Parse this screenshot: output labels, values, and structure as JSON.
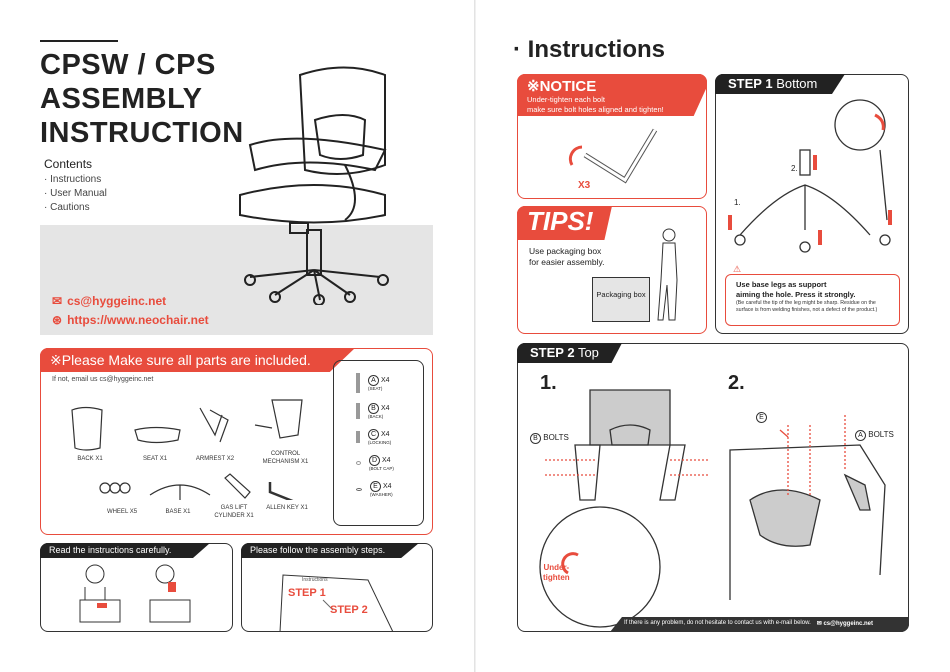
{
  "left": {
    "title": [
      "CPSW / CPS",
      "ASSEMBLY",
      "INSTRUCTION"
    ],
    "contents_heading": "Contents",
    "contents": [
      "Instructions",
      "User Manual",
      "Cautions"
    ],
    "email": "cs@hyggeinc.net",
    "website": "https://www.neochair.net",
    "parts": {
      "heading": "※Please Make sure all parts are included.",
      "subtext": "If not, email us cs@hyggeinc.net",
      "items": [
        "BACK  X1",
        "SEAT  X1",
        "ARMREST  X2",
        "CONTROL MECHANISM  X1",
        "WHEEL  X5",
        "BASE  X1",
        "GAS LIFT CYLINDER  X1",
        "ALLEN KEY  X1"
      ],
      "bolts": [
        {
          "letter": "A",
          "qty": "X4",
          "desc": "(SEAT)"
        },
        {
          "letter": "B",
          "qty": "X4",
          "desc": "(BACK)"
        },
        {
          "letter": "C",
          "qty": "X4",
          "desc": "(LOCKING)"
        },
        {
          "letter": "D",
          "qty": "X4",
          "desc": "(BOLT CAP)"
        },
        {
          "letter": "E",
          "qty": "X4",
          "desc": "(WASHER)"
        }
      ]
    },
    "read_panel": "Read the instructions carefully.",
    "follow_panel": {
      "heading": "Please follow the assembly steps.",
      "sheet_title": "Instructions",
      "step1": "STEP 1",
      "step2": "STEP 2"
    }
  },
  "right": {
    "heading": "Instructions",
    "notice": {
      "title": "※NOTICE",
      "line1": "Under-tighten each bolt",
      "line2": "make sure bolt holes aligned and tighten!",
      "count": "X3"
    },
    "tips": {
      "title": "TIPS!",
      "line1": "Use packaging box",
      "line2": "for easier assembly.",
      "box_label": "Packaging box"
    },
    "step1": {
      "label": "STEP 1",
      "sub": "Bottom",
      "n1": "1.",
      "n2": "2.",
      "warn1": "Use base legs as support",
      "warn2": "aiming the hole. Press it strongly.",
      "note": "(Be careful the tip of the leg might be sharp. Residue on the surface is from welding finishes, not a defect of the product.)"
    },
    "step2": {
      "label": "STEP 2",
      "sub": "Top",
      "n1": "1.",
      "n2": "2.",
      "b_letter": "B",
      "b_bolts": "BOLTS",
      "a_letter": "A",
      "a_bolts": "BOLTS",
      "e_letter": "E",
      "under": "Under-",
      "tighten": "tighten"
    },
    "footer": {
      "text": "If there is any problem, do not hesitate to contact us with e-mail below.",
      "email": "cs@hyggeinc.net"
    }
  },
  "colors": {
    "accent": "#e84c3d",
    "dark": "#222222",
    "gray": "#e5e5e5"
  }
}
